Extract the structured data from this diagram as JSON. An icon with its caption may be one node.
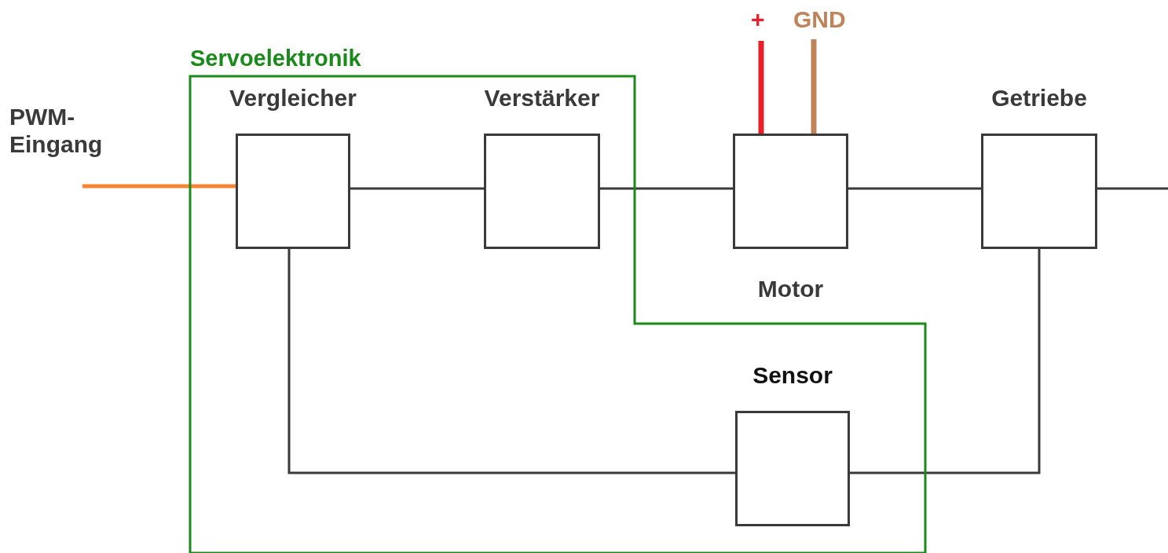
{
  "diagram": {
    "nodes": [
      {
        "text": [
          "Servoelektronik"
        ]
      },
      {
        "text": [
          "PWM- Eingang"
        ]
      },
      {
        "text": [
          "Vergleicher"
        ],
        "in": 0
      },
      {
        "text": [
          "Verstärker"
        ],
        "in": 0
      },
      {
        "text": [
          "Motor"
        ]
      },
      {
        "text": [
          "+"
        ]
      },
      {
        "text": [
          "GND"
        ]
      },
      {
        "text": [
          "Getriebe"
        ]
      },
      {
        "text": [
          "Sensor"
        ],
        "in": 0
      }
    ],
    "edges": [
      {
        "from": 1,
        "to": 2,
        "arrow": "none",
        "color": "#f58634"
      },
      {
        "from": 2,
        "to": 3,
        "arrow": "none"
      },
      {
        "from": 3,
        "to": 4,
        "arrow": "none"
      },
      {
        "from": 4,
        "to": 7,
        "arrow": "none"
      },
      {
        "from": 7,
        "to": null,
        "arrow": "none"
      },
      {
        "from": 7,
        "to": 8,
        "arrow": "none"
      },
      {
        "from": 8,
        "to": 2,
        "arrow": "none"
      },
      {
        "from": 5,
        "to": 4,
        "arrow": "none",
        "style": "thick",
        "color": "#e8202a"
      },
      {
        "from": 6,
        "to": 4,
        "arrow": "none",
        "style": "thick",
        "color": "#c0845a"
      }
    ]
  }
}
